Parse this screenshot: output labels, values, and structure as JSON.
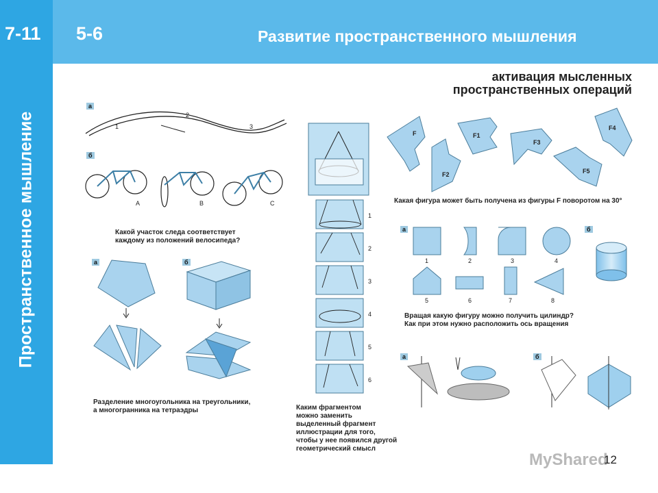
{
  "header": {
    "grade": "7-11",
    "level": "5-6",
    "title": "Развитие пространственного мышления"
  },
  "sidebar": {
    "vertical_title": "Пространственное мышление"
  },
  "section_heading": {
    "line1": "активация мысленных",
    "line2": "пространственных операций"
  },
  "bike_block": {
    "label_a": "а",
    "label_b": "б",
    "track_labels": [
      "1",
      "2",
      "3"
    ],
    "bike_labels": [
      "A",
      "B",
      "C"
    ],
    "caption_line1": "Какой участок следа соответствует",
    "caption_line2": "каждому из положений велосипеда?"
  },
  "poly_block": {
    "label_a": "а",
    "label_b": "б",
    "caption_line1": "Разделение многоугольника на треугольники,",
    "caption_line2": "а многогранника на тетраэдры"
  },
  "cone_block": {
    "numbers": [
      "1",
      "2",
      "3",
      "4",
      "5",
      "6"
    ],
    "caption_lines": [
      "Каким фрагментом",
      "можно заменить",
      "выделенный фрагмент",
      "иллюстрации для того,",
      "чтобы у нее появился другой",
      "геометрический смысл"
    ]
  },
  "rotation_block": {
    "figure_labels": [
      "F",
      "F1",
      "F2",
      "F3",
      "F4",
      "F5"
    ],
    "caption": "Какая фигура может быть получена из фигуры F поворотом на 30°"
  },
  "cylinder_block": {
    "label_a": "а",
    "label_b": "б",
    "numbers": [
      "1",
      "2",
      "3",
      "4",
      "5",
      "6",
      "7",
      "8"
    ],
    "caption_line1": "Вращая какую фигуру можно получить цилиндр?",
    "caption_line2": "Как при этом нужно расположить ось вращения"
  },
  "bottom_block": {
    "label_a": "а",
    "label_b": "б"
  },
  "watermark": "MyShared",
  "page_number": "12",
  "colors": {
    "topbar": "#5bb9ea",
    "sidebar": "#2ea6e3",
    "shape_fill": "#a9d3ee",
    "shape_stroke": "#4a7c9a"
  }
}
